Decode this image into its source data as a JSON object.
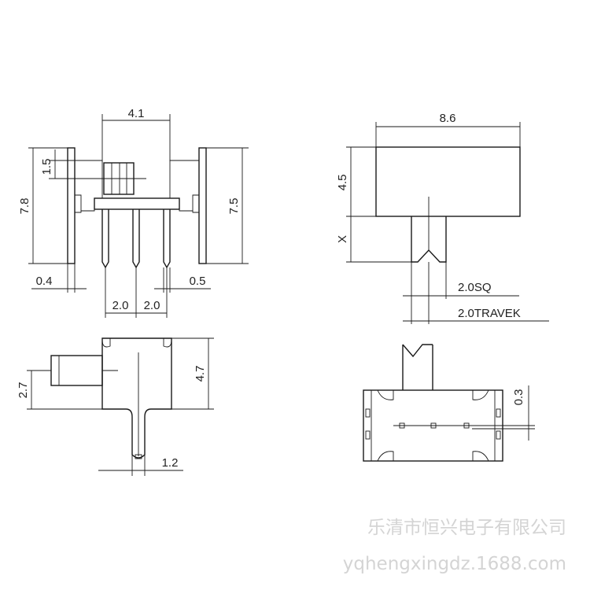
{
  "dimensions": {
    "width_top": "4.1",
    "height_left": "7.8",
    "tab_height": "1.5",
    "height_right": "7.5",
    "pin_offset_left": "0.4",
    "pin_offset_right": "0.5",
    "pitch_a": "2.0",
    "pitch_b": "2.0",
    "body_length": "8.6",
    "body_height": "4.5",
    "actuator_x": "X",
    "actuator_square": "2.0SQ",
    "actuator_travel": "2.0TRAVEK",
    "side_height": "4.7",
    "actuator_side": "2.7",
    "pin_width": "1.2",
    "bottom_offset": "0.3"
  },
  "watermark": {
    "company": "乐清市恒兴电子有限公司",
    "site": "yqhengxingdz.1688.com"
  }
}
